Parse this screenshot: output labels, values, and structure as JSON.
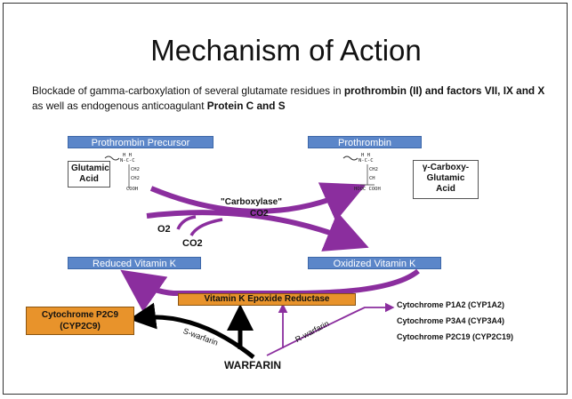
{
  "title": "Mechanism of Action",
  "description": {
    "part1": "Blockade of gamma-carboxylation of several glutamate residues in ",
    "bold1": "prothrombin (II) and factors VII, IX and X",
    "part2": " as well as endogenous anticoagulant ",
    "bold2": "Protein C and S"
  },
  "nodes": {
    "prothrombin_precursor": "Prothrombin Precursor",
    "prothrombin": "Prothrombin",
    "glutamic_acid": "Glutamic Acid",
    "gamma_carboxy": "γ-Carboxy-Glutamic Acid",
    "reduced_vitamin_k": "Reduced Vitamin K",
    "oxidized_vitamin_k": "Oxidized Vitamin K",
    "vkor": "Vitamin K Epoxide Reductase",
    "cyp2c9": "Cytochrome P2C9 (CYP2C9)",
    "warfarin": "WARFARIN"
  },
  "labels": {
    "carboxylase": "\"Carboxylase\"",
    "co2_top": "CO2",
    "o2": "O2",
    "co2_left": "CO2",
    "s_warfarin": "S-warfarin",
    "r_warfarin": "R-warfarin"
  },
  "cytochromes": [
    "Cytochrome P1A2 (CYP1A2)",
    "Cytochrome P3A4 (CYP3A4)",
    "Cytochrome P2C19 (CYP2C19)"
  ],
  "colors": {
    "purple": "#8b2e9e",
    "blue": "#5b86c9",
    "orange": "#e8932b",
    "black": "#000000"
  }
}
